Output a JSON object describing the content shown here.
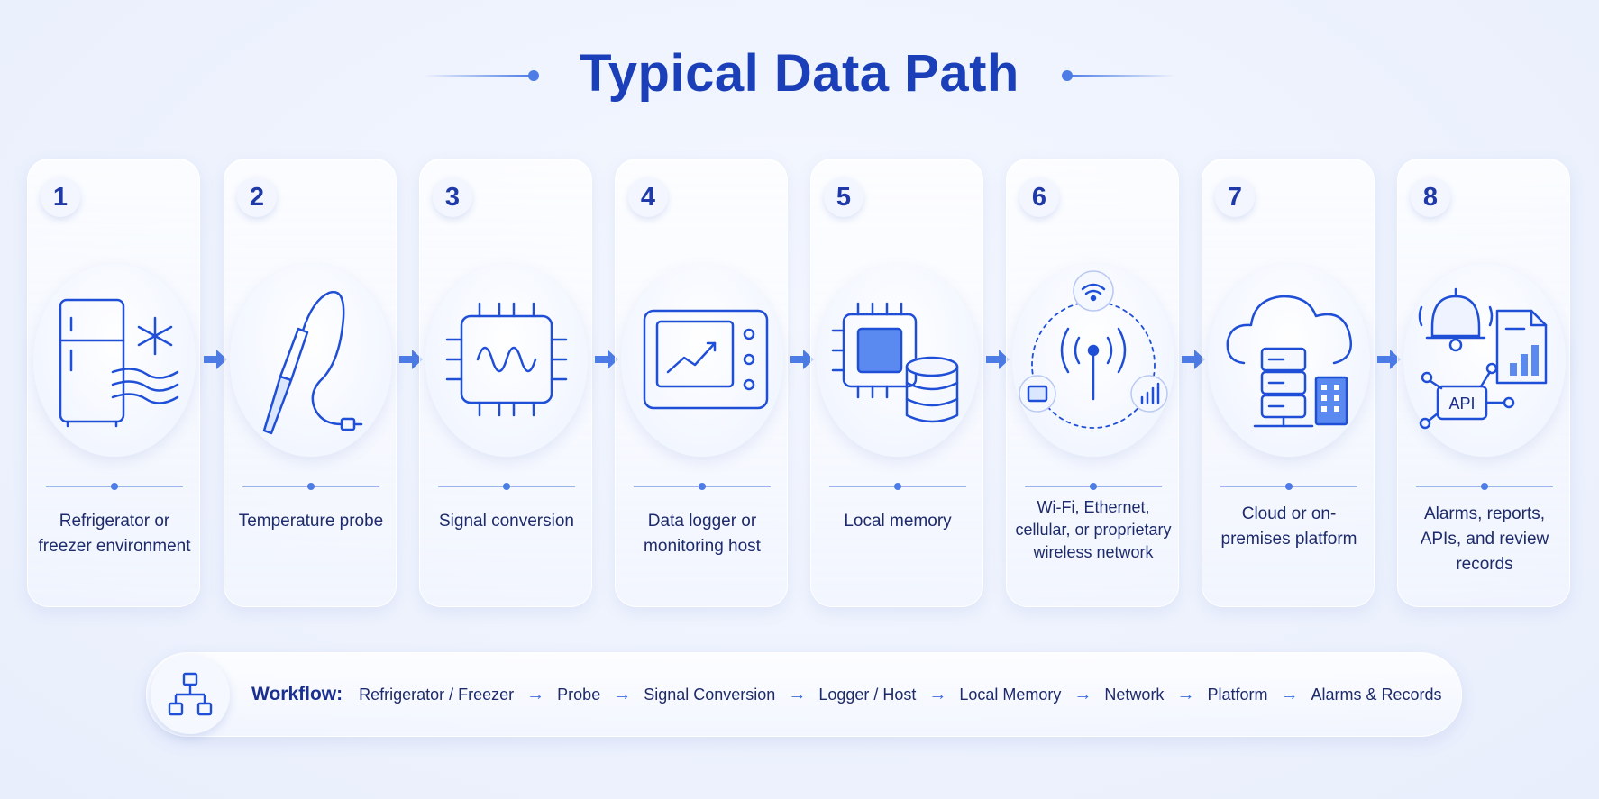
{
  "title": "Typical Data Path",
  "colors": {
    "accent": "#1a3fb8",
    "arrow": "#4e7ce6",
    "text": "#1d2a6b"
  },
  "steps": [
    {
      "number": "1",
      "icon": "refrigerator-icon",
      "label": "Refrigerator or freezer environment"
    },
    {
      "number": "2",
      "icon": "temperature-probe-icon",
      "label": "Temperature probe"
    },
    {
      "number": "3",
      "icon": "signal-conversion-chip-icon",
      "label": "Signal conversion"
    },
    {
      "number": "4",
      "icon": "data-logger-icon",
      "label": "Data logger or monitoring host"
    },
    {
      "number": "5",
      "icon": "memory-chip-database-icon",
      "label": "Local memory"
    },
    {
      "number": "6",
      "icon": "wireless-network-icon",
      "label": "Wi-Fi, Ethernet, cellular, or proprietary wireless network"
    },
    {
      "number": "7",
      "icon": "cloud-server-icon",
      "label": "Cloud or on-premises platform"
    },
    {
      "number": "8",
      "icon": "alarms-reports-api-icon",
      "label": "Alarms, reports, APIs, and review records",
      "api_text": "API"
    }
  ],
  "workflow": {
    "icon": "workflow-hierarchy-icon",
    "label": "Workflow:",
    "arrow": "→",
    "steps": [
      "Refrigerator / Freezer",
      "Probe",
      "Signal Conversion",
      "Logger / Host",
      "Local Memory",
      "Network",
      "Platform",
      "Alarms & Records"
    ]
  }
}
